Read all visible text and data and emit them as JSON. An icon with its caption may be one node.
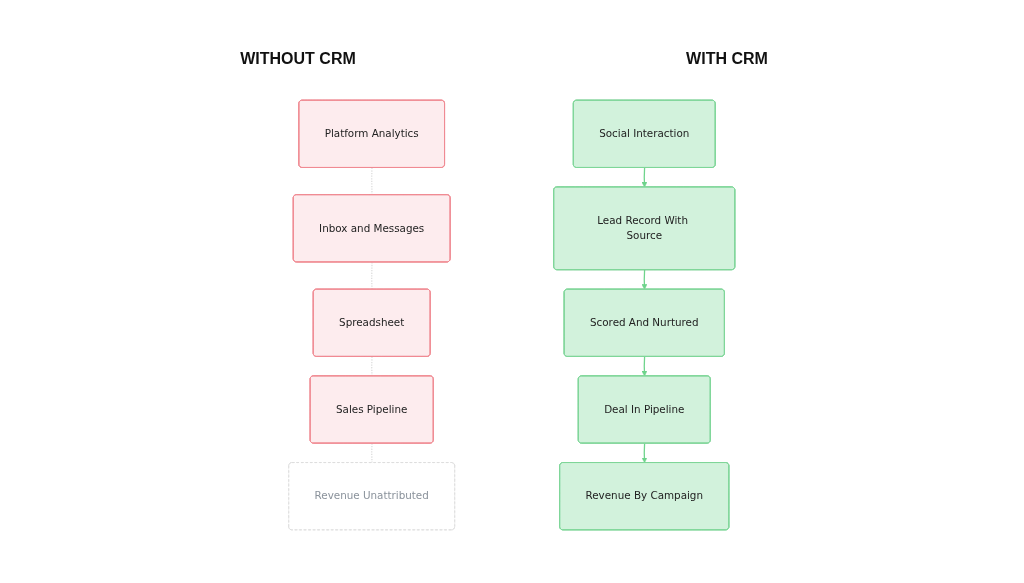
{
  "diagram": {
    "nodes": [
      {
        "text": [
          "Platform Analytics"
        ]
      },
      {
        "text": [
          "Inbox and Messages"
        ]
      },
      {
        "text": [
          "Spreadsheet"
        ]
      },
      {
        "text": [
          "Sales Pipeline"
        ]
      },
      {
        "text": [
          "Revenue Unattributed"
        ]
      },
      {
        "text": [
          "Social Interaction"
        ]
      },
      {
        "text": [
          "Lead Record With Source"
        ]
      },
      {
        "text": [
          "Scored And Nurtured"
        ]
      },
      {
        "text": [
          "Deal In Pipeline"
        ]
      },
      {
        "text": [
          "Revenue By Campaign"
        ]
      }
    ],
    "edges": [
      {
        "from": 0,
        "to": 1,
        "arrow": "none",
        "style": "dashed",
        "color": "#dddddd"
      },
      {
        "from": 1,
        "to": 2,
        "arrow": "none",
        "style": "dashed",
        "color": "#dddddd"
      },
      {
        "from": 2,
        "to": 3,
        "arrow": "none",
        "style": "dashed",
        "color": "#dddddd"
      },
      {
        "from": 3,
        "to": 4,
        "arrow": "none",
        "style": "dashed",
        "color": "#dddddd"
      },
      {
        "from": 5,
        "to": 6,
        "arrow": "to",
        "color": "#6fd48c"
      },
      {
        "from": 6,
        "to": 7,
        "arrow": "to",
        "color": "#6fd48c"
      },
      {
        "from": 7,
        "to": 8,
        "arrow": "to",
        "color": "#6fd48c"
      },
      {
        "from": 8,
        "to": 9,
        "arrow": "to",
        "color": "#6fd48c"
      }
    ],
    "labels": [
      "WITHOUT CRM",
      "WITH CRM"
    ]
  }
}
